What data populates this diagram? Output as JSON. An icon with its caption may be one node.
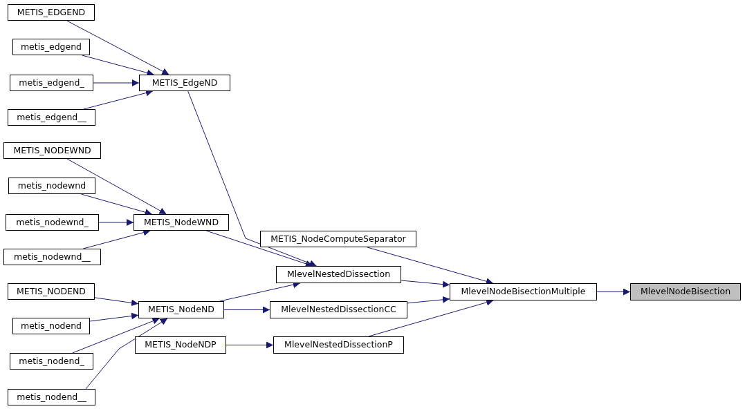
{
  "diagram": {
    "nodes": [
      {
        "text": [
          "METIS_EDGEND"
        ]
      },
      {
        "text": [
          "metis_edgend"
        ]
      },
      {
        "text": [
          "metis_edgend_"
        ]
      },
      {
        "text": [
          "metis_edgend__"
        ]
      },
      {
        "text": [
          "METIS_EdgeND"
        ]
      },
      {
        "text": [
          "METIS_NODEWND"
        ]
      },
      {
        "text": [
          "metis_nodewnd"
        ]
      },
      {
        "text": [
          "metis_nodewnd_"
        ]
      },
      {
        "text": [
          "metis_nodewnd__"
        ]
      },
      {
        "text": [
          "METIS_NodeWND"
        ]
      },
      {
        "text": [
          "METIS_NodeComputeSeparator"
        ]
      },
      {
        "text": [
          "MlevelNestedDissection"
        ]
      },
      {
        "text": [
          "METIS_NODEND"
        ]
      },
      {
        "text": [
          "metis_nodend"
        ]
      },
      {
        "text": [
          "metis_nodend_"
        ]
      },
      {
        "text": [
          "metis_nodend__"
        ]
      },
      {
        "text": [
          "METIS_NodeND"
        ]
      },
      {
        "text": [
          "MlevelNestedDissectionCC"
        ]
      },
      {
        "text": [
          "METIS_NodeNDP"
        ]
      },
      {
        "text": [
          "MlevelNestedDissectionP"
        ]
      },
      {
        "text": [
          "MlevelNodeBisectionMultiple"
        ]
      },
      {
        "text": [
          "MlevelNodeBisection"
        ]
      }
    ],
    "edges": [
      {
        "from": 0,
        "to": 4,
        "arrow": "to"
      },
      {
        "from": 1,
        "to": 4,
        "arrow": "to"
      },
      {
        "from": 2,
        "to": 4,
        "arrow": "to"
      },
      {
        "from": 3,
        "to": 4,
        "arrow": "to"
      },
      {
        "from": 5,
        "to": 9,
        "arrow": "to"
      },
      {
        "from": 6,
        "to": 9,
        "arrow": "to"
      },
      {
        "from": 7,
        "to": 9,
        "arrow": "to"
      },
      {
        "from": 8,
        "to": 9,
        "arrow": "to"
      },
      {
        "from": 12,
        "to": 16,
        "arrow": "to"
      },
      {
        "from": 13,
        "to": 16,
        "arrow": "to"
      },
      {
        "from": 14,
        "to": 16,
        "arrow": "to"
      },
      {
        "from": 15,
        "to": 16,
        "arrow": "to"
      },
      {
        "from": 4,
        "to": 11,
        "arrow": "to"
      },
      {
        "from": 9,
        "to": 11,
        "arrow": "to"
      },
      {
        "from": 16,
        "to": 11,
        "arrow": "to"
      },
      {
        "from": 16,
        "to": 17,
        "arrow": "to"
      },
      {
        "from": 18,
        "to": 19,
        "arrow": "to"
      },
      {
        "from": 10,
        "to": 20,
        "arrow": "to"
      },
      {
        "from": 11,
        "to": 20,
        "arrow": "to"
      },
      {
        "from": 17,
        "to": 20,
        "arrow": "to"
      },
      {
        "from": 19,
        "to": 20,
        "arrow": "to"
      },
      {
        "from": 20,
        "to": 21,
        "arrow": "to"
      }
    ]
  }
}
